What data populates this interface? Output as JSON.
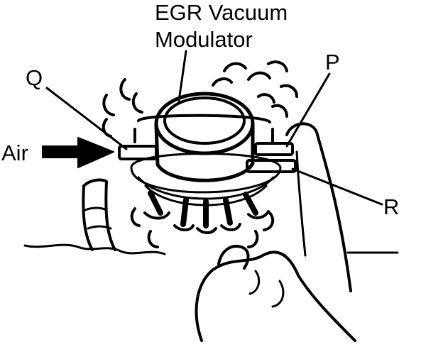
{
  "diagram": {
    "title_line1": "EGR Vacuum",
    "title_line2": "Modulator",
    "callouts": {
      "q": "Q",
      "p": "P",
      "r": "R",
      "air": "Air"
    },
    "colors": {
      "ink": "#000000",
      "paper": "#ffffff"
    }
  }
}
